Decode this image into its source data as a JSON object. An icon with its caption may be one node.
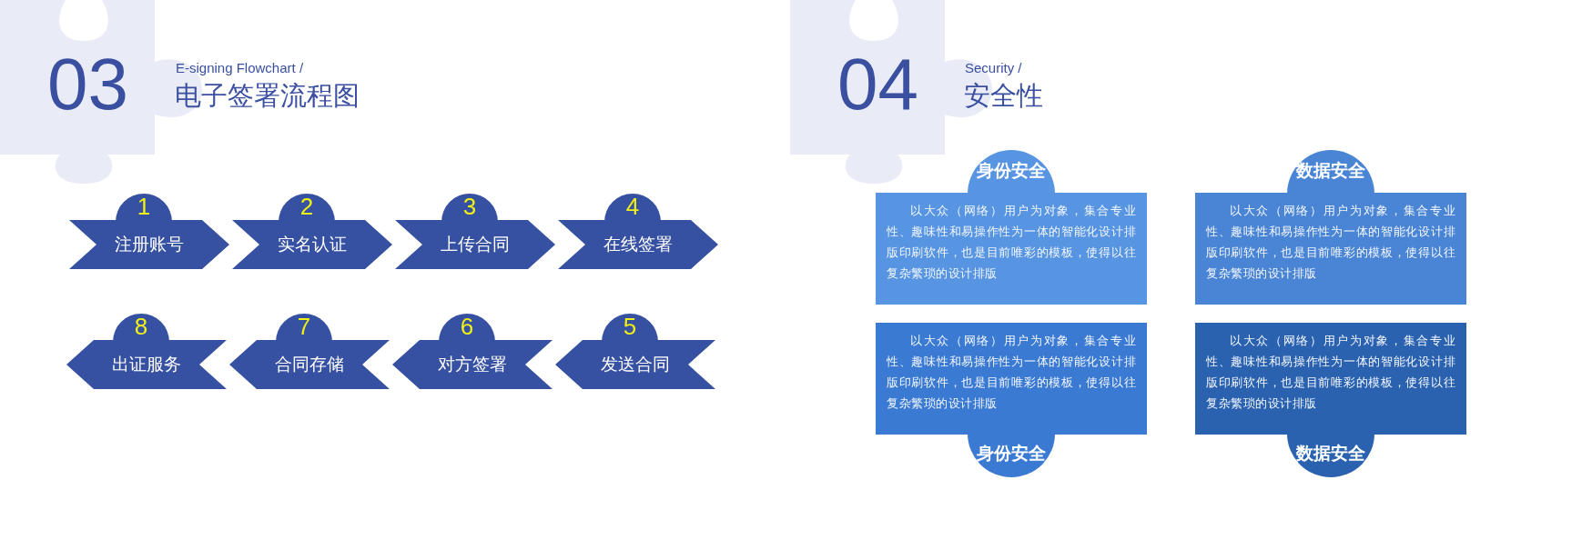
{
  "diagram": {
    "nodes": [
      {
        "text": [
          "1",
          "注册账号"
        ]
      },
      {
        "text": [
          "2",
          "实名认证"
        ]
      },
      {
        "text": [
          "3",
          "上传合同"
        ]
      },
      {
        "text": [
          "4",
          "在线签署"
        ]
      },
      {
        "text": [
          "8",
          "出证服务"
        ]
      },
      {
        "text": [
          "7",
          "合同存储"
        ]
      },
      {
        "text": [
          "6",
          "对方签署"
        ]
      },
      {
        "text": [
          "5",
          "发送合同"
        ]
      },
      {
        "text": [
          "身份安全",
          "以大众（网络）用户为对象，集合专业性、趣味性和易操作性为一体的智能化设计排版印刷软件，也是目前唯彩的模板，使得以往复杂繁琐的设计排版"
        ]
      },
      {
        "text": [
          "数据安全",
          "以大众（网络）用户为对象，集合专业性、趣味性和易操作性为一体的智能化设计排版印刷软件，也是目前唯彩的模板，使得以往复杂繁琐的设计排版"
        ]
      },
      {
        "text": [
          "以大众（网络）用户为对象，集合专业性、趣味性和易操作性为一体的智能化设计排版印刷软件，也是目前唯彩的模板，使得以往复杂繁琐的设计排版",
          "身份安全"
        ]
      },
      {
        "text": [
          "以大众（网络）用户为对象，集合专业性、趣味性和易操作性为一体的智能化设计排版印刷软件，也是目前唯彩的模板，使得以往复杂繁琐的设计排版",
          "数据安全"
        ]
      }
    ],
    "labels": [
      "03",
      "E-signing Flowchart /",
      "电子签署流程图",
      "04",
      "Security /",
      "安全性"
    ]
  }
}
